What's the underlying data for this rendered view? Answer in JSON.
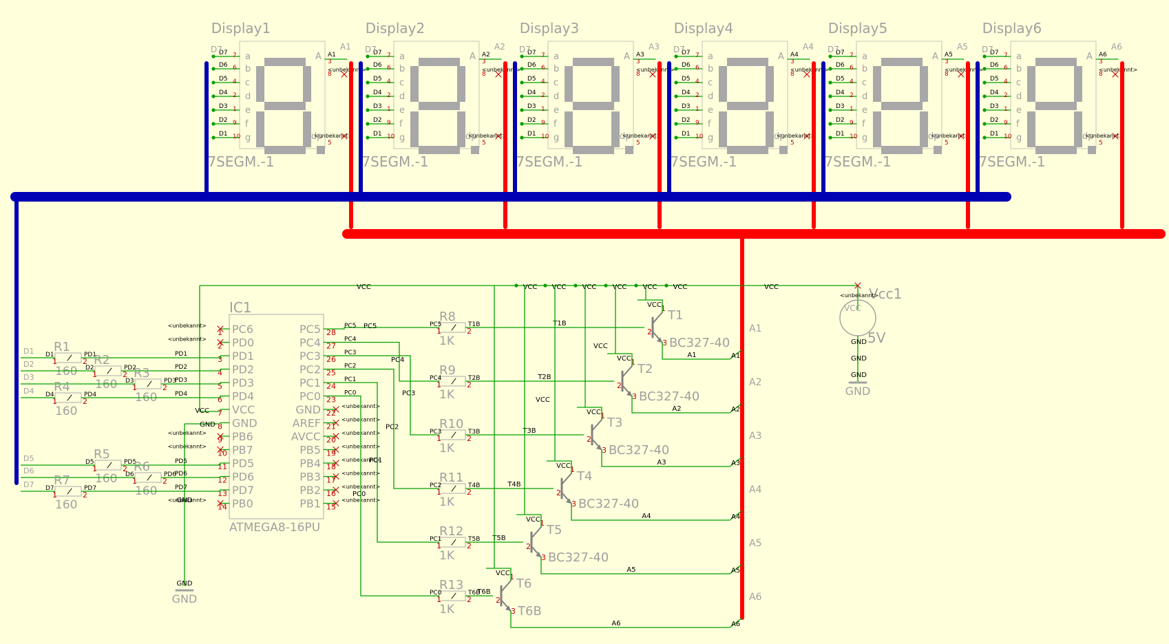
{
  "displays": [
    {
      "name": "Display1",
      "type": "7SEGM.-1",
      "anode": "A1"
    },
    {
      "name": "Display2",
      "type": "7SEGM.-1",
      "anode": "A2"
    },
    {
      "name": "Display3",
      "type": "7SEGM.-1",
      "anode": "A3"
    },
    {
      "name": "Display4",
      "type": "7SEGM.-1",
      "anode": "A4"
    },
    {
      "name": "Display5",
      "type": "7SEGM.-1",
      "anode": "A5"
    },
    {
      "name": "Display6",
      "type": "7SEGM.-1",
      "anode": "A6"
    }
  ],
  "display_pins": {
    "left": [
      "D7",
      "D6",
      "D5",
      "D4",
      "D3",
      "D2",
      "D1"
    ],
    "left_numbers": [
      "7",
      "6",
      "4",
      "2",
      "1",
      "9",
      "10"
    ],
    "segments": [
      "a",
      "b",
      "c",
      "d",
      "e",
      "f",
      "g"
    ],
    "right_top": "A",
    "right_bottom": "dp",
    "pin_a_num": "3",
    "pin_a2_num": "8",
    "pin_dp_num": "5",
    "nc": "<unbekannt>"
  },
  "ic": {
    "ref": "IC1",
    "part": "ATMEGA8-16PU",
    "left_pins": [
      {
        "name": "PC6",
        "num": "1"
      },
      {
        "name": "PD0",
        "num": "2"
      },
      {
        "name": "PD1",
        "num": "3"
      },
      {
        "name": "PD2",
        "num": "4"
      },
      {
        "name": "PD3",
        "num": "5"
      },
      {
        "name": "PD4",
        "num": "6"
      },
      {
        "name": "VCC",
        "num": "7"
      },
      {
        "name": "GND",
        "num": "8"
      },
      {
        "name": "PB6",
        "num": "9"
      },
      {
        "name": "PB7",
        "num": "10"
      },
      {
        "name": "PD5",
        "num": "11"
      },
      {
        "name": "PD6",
        "num": "12"
      },
      {
        "name": "PD7",
        "num": "13"
      },
      {
        "name": "PB0",
        "num": "14"
      }
    ],
    "right_pins": [
      {
        "name": "PC5",
        "num": "28"
      },
      {
        "name": "PC4",
        "num": "27"
      },
      {
        "name": "PC3",
        "num": "26"
      },
      {
        "name": "PC2",
        "num": "25"
      },
      {
        "name": "PC1",
        "num": "24"
      },
      {
        "name": "PC0",
        "num": "23"
      },
      {
        "name": "GND",
        "num": "22"
      },
      {
        "name": "AREF",
        "num": "21"
      },
      {
        "name": "AVCC",
        "num": "20"
      },
      {
        "name": "PB5",
        "num": "19"
      },
      {
        "name": "PB4",
        "num": "18"
      },
      {
        "name": "PB3",
        "num": "17"
      },
      {
        "name": "PB2",
        "num": "16"
      },
      {
        "name": "PB1",
        "num": "15"
      }
    ]
  },
  "segment_resistors": [
    {
      "ref": "R1",
      "value": "160",
      "in": "D1",
      "out": "PD1"
    },
    {
      "ref": "R2",
      "value": "160",
      "in": "D2",
      "out": "PD2"
    },
    {
      "ref": "R3",
      "value": "160",
      "in": "D3",
      "out": "PD3"
    },
    {
      "ref": "R4",
      "value": "160",
      "in": "D4",
      "out": "PD4"
    },
    {
      "ref": "R5",
      "value": "160",
      "in": "D5",
      "out": "PD5"
    },
    {
      "ref": "R6",
      "value": "160",
      "in": "D6",
      "out": "PD6"
    },
    {
      "ref": "R7",
      "value": "160",
      "in": "D7",
      "out": "PD7"
    }
  ],
  "base_resistors": [
    {
      "ref": "R8",
      "value": "1K",
      "in": "PC5",
      "out": "T1B"
    },
    {
      "ref": "R9",
      "value": "1K",
      "in": "PC4",
      "out": "T2B"
    },
    {
      "ref": "R10",
      "value": "1K",
      "in": "PC3",
      "out": "T3B"
    },
    {
      "ref": "R11",
      "value": "1K",
      "in": "PC2",
      "out": "T4B"
    },
    {
      "ref": "R12",
      "value": "1K",
      "in": "PC1",
      "out": "T5B"
    },
    {
      "ref": "R13",
      "value": "1K",
      "in": "PC0",
      "out": "T6B"
    }
  ],
  "transistors": [
    {
      "ref": "T1",
      "part": "BC327-40",
      "base": "T1B",
      "collector": "A1"
    },
    {
      "ref": "T2",
      "part": "BC327-40",
      "base": "T2B",
      "collector": "A2"
    },
    {
      "ref": "T3",
      "part": "BC327-40",
      "base": "T3B",
      "collector": "A3"
    },
    {
      "ref": "T4",
      "part": "BC327-40",
      "base": "T4B",
      "collector": "A4"
    },
    {
      "ref": "T5",
      "part": "BC327-40",
      "base": "T5B",
      "collector": "A5"
    },
    {
      "ref": "T6",
      "part": "T6B",
      "base": "T6B",
      "collector": "A6"
    }
  ],
  "supply": {
    "ref": "Vcc1",
    "value": "5V",
    "gnd": "GND",
    "nc": "<unbekannt>"
  },
  "nets": {
    "vcc": "VCC",
    "gnd": "GND",
    "pin1": "1",
    "pin2": "2",
    "pin3": "3"
  },
  "colors": {
    "background": "#FFFFDC",
    "segment_bus": "#0000B4",
    "anode_bus": "#FF0000",
    "wire": "#00A000",
    "symbol": "#A0A0A0",
    "pin_number": "#C00000"
  }
}
